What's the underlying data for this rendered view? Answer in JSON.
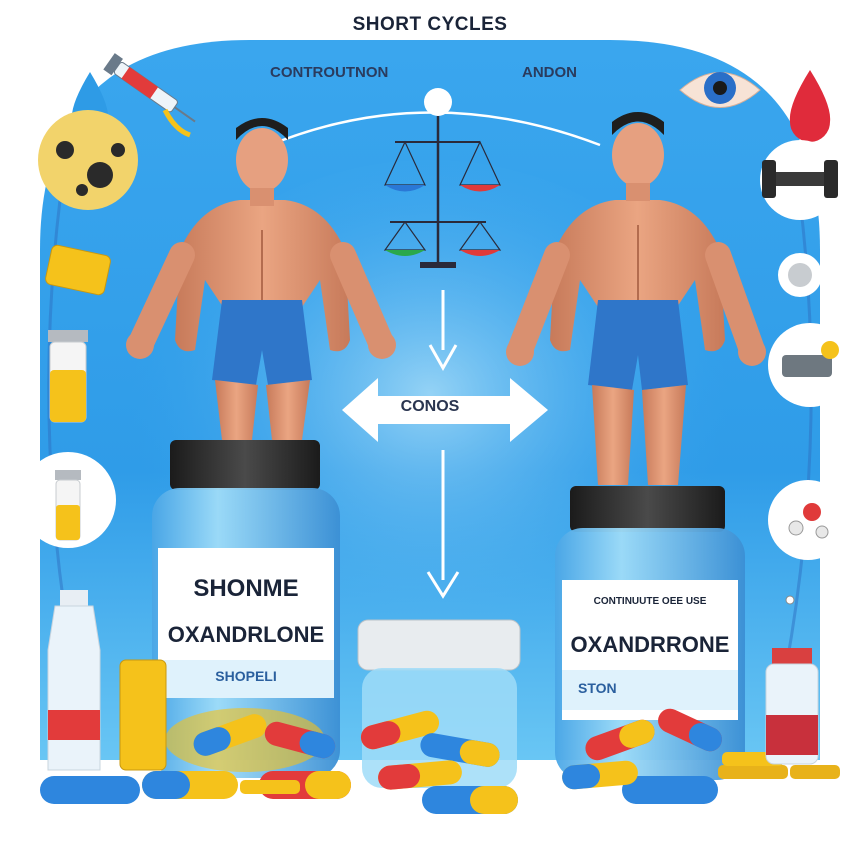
{
  "title": "SHORT CYCLES",
  "labels": {
    "top_left": "CONTROUTNON",
    "top_right": "ANDON",
    "center": "CONOS"
  },
  "left_bottle": {
    "line1": "SHONMЕ",
    "line2": "OXANDRLONE",
    "line3": "SHOPELI"
  },
  "right_bottle": {
    "line1": "CONTINUUTE OEE USE",
    "line2": "OXANDRRONE",
    "line3": "STON"
  },
  "colors": {
    "background_blue": "#2d9be8",
    "light_blue": "#9fdcf8",
    "skin": "#d99070",
    "shorts": "#2f76c9",
    "cap": "#2b2b2b",
    "pill_red": "#e23b3b",
    "pill_yellow": "#f5c21b",
    "pill_blue": "#2e86de"
  },
  "icons": [
    "water-drop-icon",
    "virus-icon",
    "syringe-icon",
    "eye-icon",
    "blood-drop-icon",
    "dumbbell-icon",
    "vial-icon",
    "scale-icon",
    "molecule-icon",
    "coin-icon"
  ]
}
